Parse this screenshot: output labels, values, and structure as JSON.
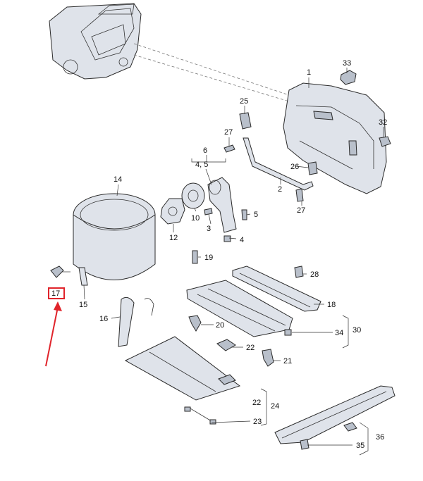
{
  "callouts": {
    "c1": "1",
    "c2": "2",
    "c3": "3",
    "c4a": "4",
    "c4_5": "4, 5",
    "c5": "5",
    "c6": "6",
    "c10": "10",
    "c12": "12",
    "c14": "14",
    "c15": "15",
    "c16": "16",
    "c17": "17",
    "c18": "18",
    "c19": "19",
    "c20": "20",
    "c21": "21",
    "c22a": "22",
    "c22b": "22",
    "c23": "23",
    "c24": "24",
    "c25": "25",
    "c26": "26",
    "c27a": "27",
    "c27b": "27",
    "c28": "28",
    "c30": "30",
    "c32": "32",
    "c33": "33",
    "c34": "34",
    "c35": "35",
    "c36": "36"
  },
  "highlight": {
    "part": "17",
    "box_color": "#e0242b",
    "arrow_color": "#e0242b"
  }
}
